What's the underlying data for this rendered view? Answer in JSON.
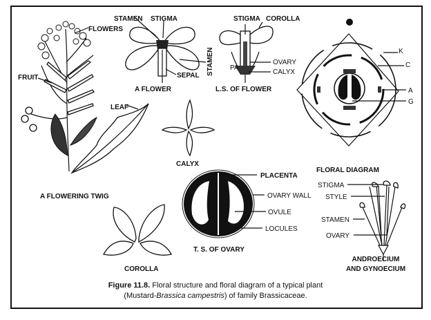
{
  "twig": {
    "title": "A FLOWERING TWIG",
    "flowers": "FLOWERS",
    "fruit": "FRUIT",
    "leaf": "LEAF"
  },
  "flower": {
    "title": "A FLOWER",
    "stamen_top": "STAMEN",
    "stigma": "STIGMA",
    "stamen_side": "STAMEN",
    "sepal": "SEPAL"
  },
  "ls_flower": {
    "title": "L.S. OF FLOWER",
    "stigma": "STIGMA",
    "corolla": "COROLLA",
    "ovary": "OVARY",
    "calyx": "CALYX",
    "petal_partial": "PA"
  },
  "calyx": {
    "title": "CALYX"
  },
  "corolla": {
    "title": "COROLLA"
  },
  "ts_ovary": {
    "title": "T. S. OF OVARY",
    "placenta": "PLACENTA",
    "ovary_wall": "OVARY WALL",
    "ovule": "OVULE",
    "locules": "LOCULES"
  },
  "floral_diagram": {
    "title": "FLORAL DIAGRAM",
    "k": "K",
    "c": "C",
    "a": "A",
    "g": "G"
  },
  "androecium": {
    "title_line1": "ANDROECIUM",
    "title_line2": "AND GYNOECIUM",
    "stigma": "STIGMA",
    "style": "STYLE",
    "stamen": "STAMEN",
    "ovary": "OVARY"
  },
  "caption": {
    "figure": "Figure 11.8.",
    "line1": " Floral structure and floral diagram of a typical plant",
    "line2_pre": "(Mustard-",
    "line2_italic": "Brassica campestris",
    "line2_post": ") of family Brassicaceae."
  }
}
